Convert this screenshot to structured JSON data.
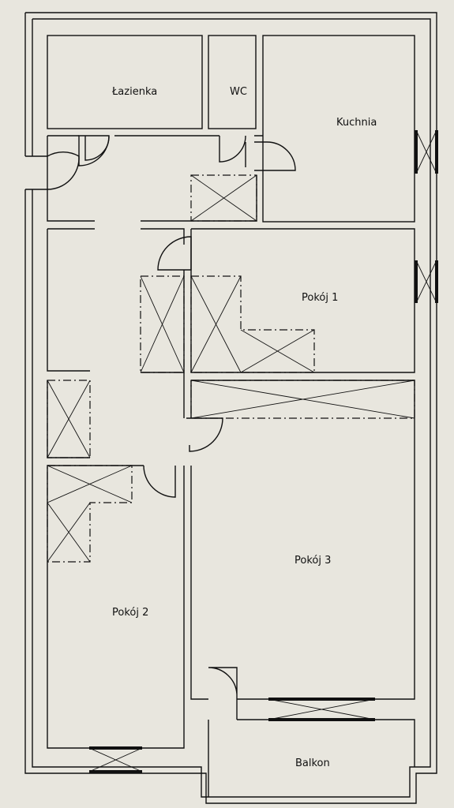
{
  "rooms": {
    "bathroom": "Łazienka",
    "wc": "WC",
    "kitchen": "Kuchnia",
    "room1": "Pokój 1",
    "room2": "Pokój 2",
    "room3": "Pokój 3",
    "balcony": "Balkon"
  },
  "colors": {
    "background": "#e8e6de",
    "lines": "#111111"
  }
}
